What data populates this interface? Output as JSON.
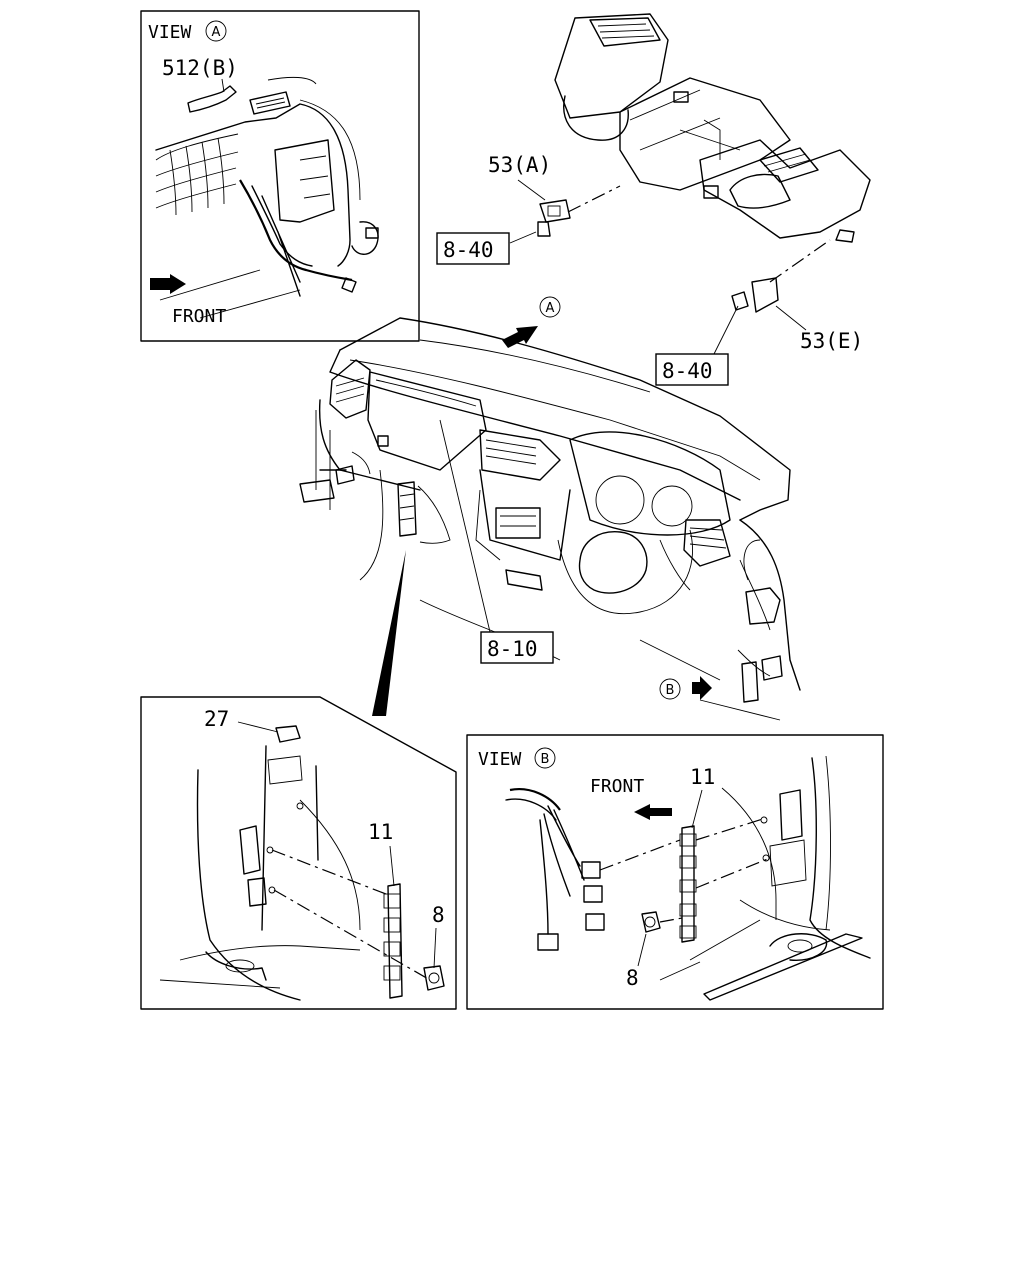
{
  "view_a": {
    "title": "VIEW",
    "marker": "A",
    "part_512b": "512(B)",
    "front": "FRONT"
  },
  "main": {
    "part_53a": "53(A)",
    "part_53e": "53(E)",
    "ref_8_40_top": "8-40",
    "ref_8_40_bottom": "8-40",
    "ref_8_10": "8-10",
    "arrow_a_marker": "A",
    "arrow_b_marker": "B"
  },
  "detail_left": {
    "part_27": "27",
    "part_11": "11",
    "part_8": "8"
  },
  "view_b": {
    "title": "VIEW",
    "marker": "B",
    "front": "FRONT",
    "part_11": "11",
    "part_8": "8"
  }
}
